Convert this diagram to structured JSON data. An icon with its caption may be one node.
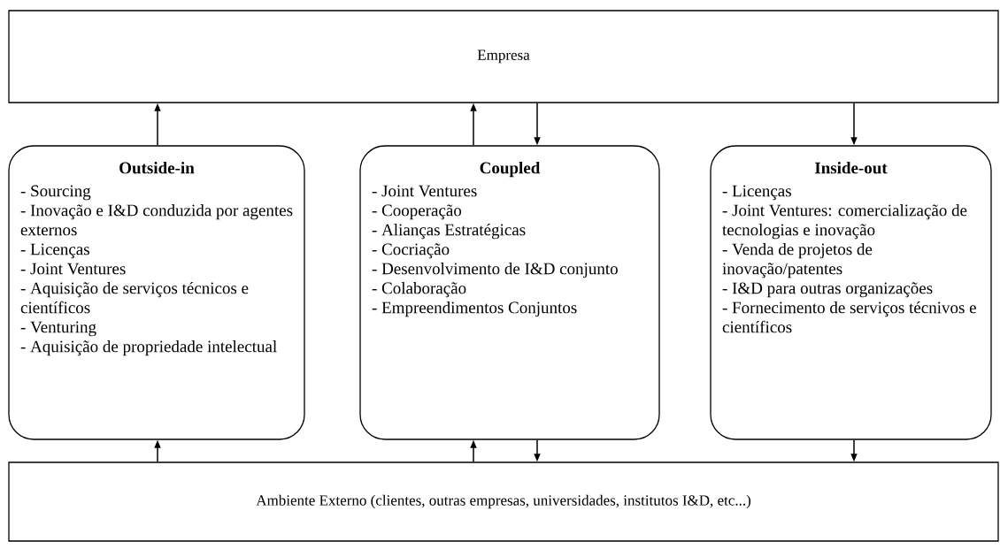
{
  "diagram": {
    "nodes": [
      {
        "text": [
          "Empresa"
        ]
      },
      {
        "text": [
          "Outside-in",
          "- Sourcing",
          "- Inovação e I&D conduzida por agentes externos",
          "- Licenças",
          "- Joint Ventures",
          "- Aquisição de serviços técnicos e científicos",
          "- Venturing",
          "- Aquisição de propriedade intelectual"
        ]
      },
      {
        "text": [
          "Coupled",
          "- Joint Ventures",
          "- Cooperação",
          "- Alianças Estratégicas",
          "- Cocriação",
          "- Desenvolvimento de I&D conjunto",
          "- Colaboração",
          "- Empreendimentos Conjuntos"
        ]
      },
      {
        "text": [
          "Inside-out",
          "- Licenças",
          "- Joint Ventures: comercialização de tecnologias e inovação",
          "- Venda de projetos de inovação/patentes",
          "- I&D para outras organizações",
          "- Fornecimento de serviços técnivos e científicos"
        ]
      },
      {
        "text": [
          "Ambiente Externo (clientes, outras empresas, universidades, institutos I&D, etc...)"
        ]
      }
    ],
    "edges": [
      {
        "from": 1,
        "to": 0,
        "arrow": "to"
      },
      {
        "from": 2,
        "to": 0,
        "arrow": "to"
      },
      {
        "from": 0,
        "to": 2,
        "arrow": "to"
      },
      {
        "from": 0,
        "to": 3,
        "arrow": "to"
      },
      {
        "from": 4,
        "to": 1,
        "arrow": "to"
      },
      {
        "from": 4,
        "to": 2,
        "arrow": "to"
      },
      {
        "from": 2,
        "to": 4,
        "arrow": "to"
      },
      {
        "from": 3,
        "to": 4,
        "arrow": "to"
      }
    ]
  }
}
